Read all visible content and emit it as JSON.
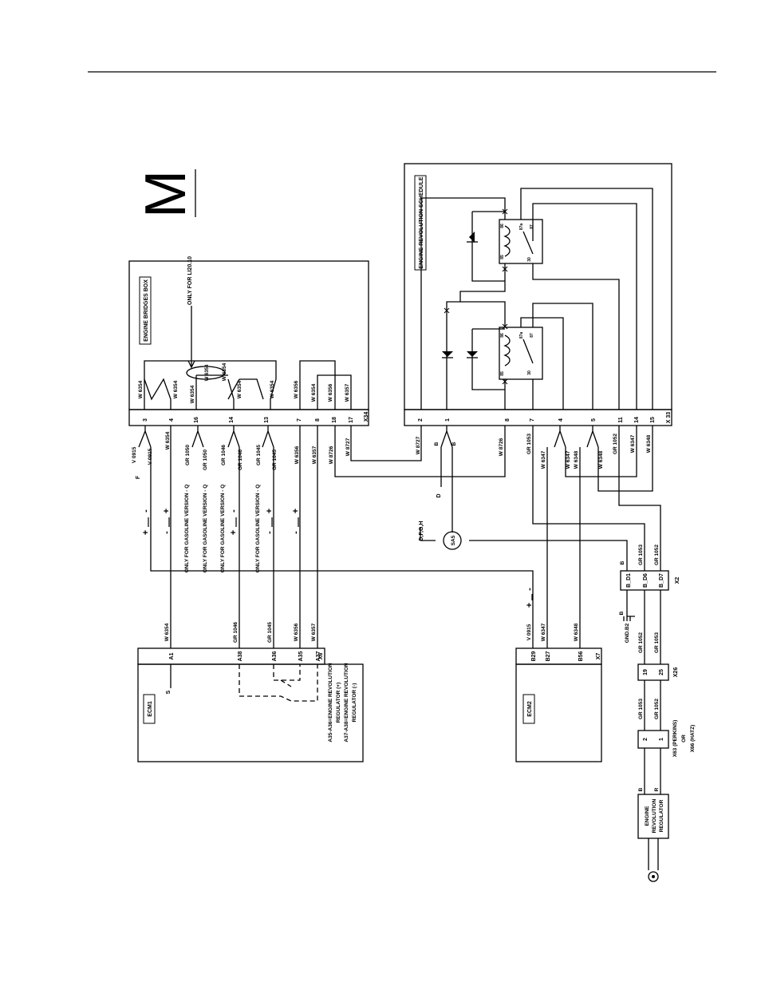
{
  "section_letter": "M",
  "bridges_box": {
    "title": "ENGINE BRIDGES BOX",
    "connector": "X34",
    "note": "ONLY FOR LI20.10",
    "ring_label": "W 6354",
    "pins": [
      "3",
      "4",
      "16",
      "14",
      "13",
      "7",
      "8",
      "18",
      "17"
    ],
    "inner_labels": [
      "W 6354",
      "W 6354",
      "W 6354",
      "W 6354",
      "W 6354",
      "W 6356",
      "W 6356",
      "W 6357"
    ],
    "inner_labels_2": [
      "W 6354",
      "W 6354"
    ]
  },
  "schedule": {
    "title": "ENGINE REVOLUTION SCHEDULE",
    "connector": "X 33",
    "pins": [
      "2",
      "1",
      "8",
      "7",
      "4",
      "5",
      "11",
      "14",
      "15"
    ],
    "relay_pins": [
      "86",
      "85",
      "87a",
      "87",
      "30"
    ]
  },
  "wires_x34": [
    "V 0915",
    "V 0915",
    "W 6354",
    "GR 1050",
    "GR 1050",
    "GR 1046",
    "GR 1046",
    "GR 1045",
    "GR 1045",
    "W 6356",
    "W 6357",
    "W 8727"
  ],
  "wires_x34_extra": [
    "W 8726"
  ],
  "wires_x33": [
    "W 8727",
    "B",
    "B",
    "W 8726",
    "GR 1053",
    "W 6347",
    "W 6347",
    "W 6348",
    "W 6348",
    "GR 1052",
    "W 6347",
    "W 6348"
  ],
  "gasoline_notes": [
    "ONLY FOR GASOLINE VERSION - Q",
    "ONLY FOR GASOLINE VERSION - Q",
    "ONLY FOR GASOLINE VERSION - Q",
    "ONLY FOR GASOLINE VERSION - Q"
  ],
  "ref_letters": {
    "f": "F",
    "d": "D",
    "dfgh": "D,F,G,H",
    "s": "S"
  },
  "ecm1": {
    "name": "ECM1",
    "connector": "X6",
    "pins": [
      "A1",
      "A38",
      "A36",
      "A35",
      "A37"
    ],
    "wires": [
      "W 6354",
      "GR 1046",
      "GR 1045",
      "W 6356",
      "W 6357"
    ],
    "legend": [
      "A35-A36=ENGINE REVOLUTION",
      "REGULATOR (+)",
      "A37-A38=ENGINE REVOLUTION",
      "REGULATOR (-)"
    ]
  },
  "ecm2": {
    "name": "ECM2",
    "connector": "X7",
    "pins": [
      "B29",
      "B27",
      "B56"
    ],
    "wires": [
      "V 0915",
      "W 6347",
      "W 6348"
    ]
  },
  "splice": "SA5",
  "x2": {
    "name": "X2",
    "pins": [
      "B_D1",
      "B_D6",
      "B_D7"
    ],
    "wires": [
      "B",
      "GR 1053",
      "GR 1052"
    ],
    "ground": "GND.B2",
    "ground_wire": "B"
  },
  "x26": {
    "name": "X26",
    "pins": [
      "19",
      "25"
    ],
    "wires": [
      "GR 1053",
      "GR 1052"
    ]
  },
  "x63": {
    "name": "X63 (PERKINS)",
    "or": "OR",
    "name2": "X66 (HATZ)",
    "pins": [
      "2",
      "1"
    ],
    "wires": [
      "GR 1053",
      "GR 1052"
    ]
  },
  "regulator": {
    "lines": [
      "ENGINE",
      "REVOLUTION",
      "REGULATOR"
    ],
    "wires": [
      "B",
      "R"
    ]
  },
  "arrows": [
    "+",
    "-",
    "-",
    "+",
    "+",
    "-",
    "-",
    "+",
    "-",
    "+"
  ]
}
